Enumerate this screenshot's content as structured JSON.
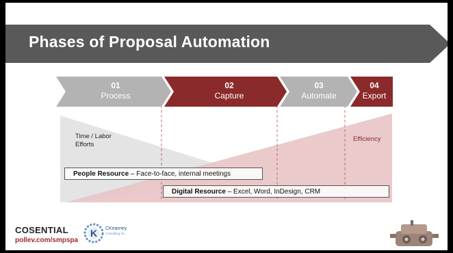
{
  "slide": {
    "title": "Phases of Proposal Automation"
  },
  "phases": [
    {
      "number": "01",
      "name": "Process",
      "color": "#b3b3b3"
    },
    {
      "number": "02",
      "name": "Capture",
      "color": "#8b2a2a"
    },
    {
      "number": "03",
      "name": "Automate",
      "color": "#b3b3b3"
    },
    {
      "number": "04",
      "name": "Export",
      "color": "#8b2a2a"
    }
  ],
  "annotations": {
    "time_labor": "Time / Labor Efforts",
    "efficiency": "Efficiency"
  },
  "resources": {
    "people": {
      "label": "People Resource",
      "detail": "Face-to-face, internal meetings"
    },
    "digital": {
      "label": "Digital Resource",
      "detail": "Excel, Word, InDesign, CRM"
    },
    "separator": " – "
  },
  "footer": {
    "brand": "COSENTIAL",
    "url": "pollev.com/smpspa",
    "partner": "CKearney Consulting Inc."
  },
  "colors": {
    "title_bar": "#595959",
    "gray_phase": "#b3b3b3",
    "red_phase": "#8b2a2a",
    "efficiency_fill": "#e8c4c4",
    "effort_fill": "#e4e4e4"
  }
}
